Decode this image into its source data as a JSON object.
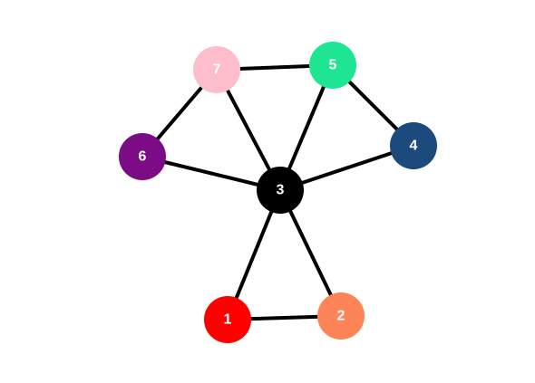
{
  "graph": {
    "nodes": [
      {
        "id": "1",
        "label": "1",
        "color": "#ff0000"
      },
      {
        "id": "2",
        "label": "2",
        "color": "#fd8456"
      },
      {
        "id": "3",
        "label": "3",
        "color": "#000000"
      },
      {
        "id": "4",
        "label": "4",
        "color": "#1c4a7c"
      },
      {
        "id": "5",
        "label": "5",
        "color": "#1ee592"
      },
      {
        "id": "6",
        "label": "6",
        "color": "#7b0c85"
      },
      {
        "id": "7",
        "label": "7",
        "color": "#fdbdcb"
      }
    ],
    "edges": [
      {
        "from": "7",
        "to": "5"
      },
      {
        "from": "7",
        "to": "6"
      },
      {
        "from": "7",
        "to": "3"
      },
      {
        "from": "5",
        "to": "3"
      },
      {
        "from": "5",
        "to": "4"
      },
      {
        "from": "6",
        "to": "3"
      },
      {
        "from": "4",
        "to": "3"
      },
      {
        "from": "3",
        "to": "1"
      },
      {
        "from": "3",
        "to": "2"
      },
      {
        "from": "1",
        "to": "2"
      }
    ]
  }
}
